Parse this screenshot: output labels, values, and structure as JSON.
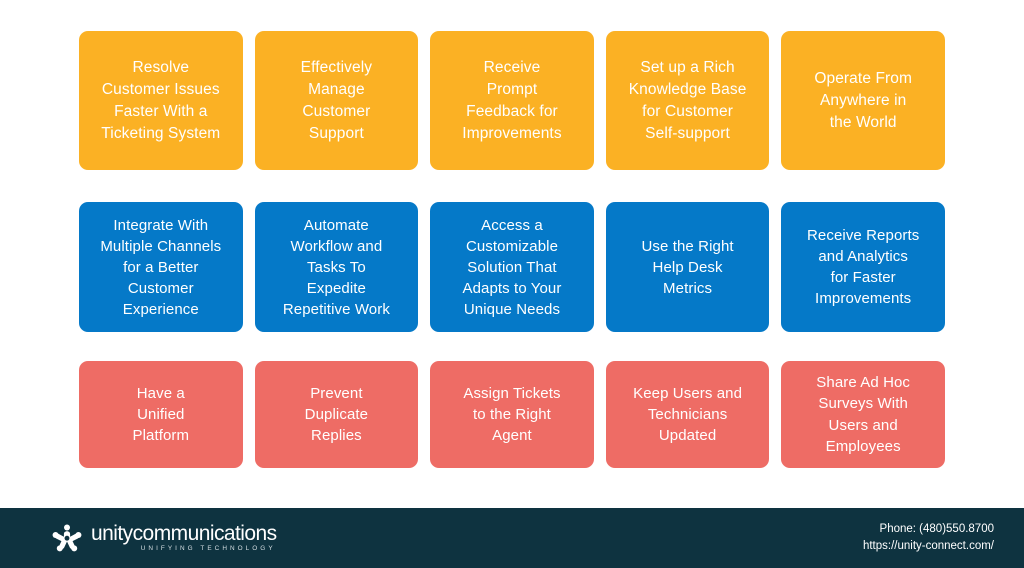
{
  "page": {
    "background": "#ffffff",
    "colors": {
      "orange": "#FBB124",
      "blue": "#0579C8",
      "red": "#EE6C65",
      "footer_bar": "#0E3340",
      "card_text": "#FFFFFF"
    }
  },
  "rows": [
    {
      "name": "orange-row",
      "color": "#FBB124",
      "cards": [
        {
          "text": "Resolve\nCustomer Issues\nFaster With a\nTicketing System"
        },
        {
          "text": "Effectively\nManage\nCustomer\nSupport"
        },
        {
          "text": "Receive\nPrompt\nFeedback for\nImprovements"
        },
        {
          "text": "Set up a Rich\nKnowledge Base\nfor Customer\nSelf-support"
        },
        {
          "text": "Operate From\nAnywhere in\nthe World"
        }
      ]
    },
    {
      "name": "blue-row",
      "color": "#0579C8",
      "cards": [
        {
          "text": "Integrate With\nMultiple Channels\nfor a Better\nCustomer\nExperience"
        },
        {
          "text": "Automate\nWorkflow and\nTasks To\nExpedite\nRepetitive Work"
        },
        {
          "text": "Access a\nCustomizable\nSolution That\nAdapts to Your\nUnique Needs"
        },
        {
          "text": "Use the Right\nHelp Desk\nMetrics"
        },
        {
          "text": "Receive Reports\nand Analytics\nfor Faster\nImprovements"
        }
      ]
    },
    {
      "name": "red-row",
      "color": "#EE6C65",
      "cards": [
        {
          "text": "Have a\nUnified\nPlatform"
        },
        {
          "text": "Prevent\nDuplicate\nReplies"
        },
        {
          "text": "Assign Tickets\nto the Right\nAgent"
        },
        {
          "text": "Keep Users and\nTechnicians\nUpdated"
        },
        {
          "text": "Share Ad Hoc\nSurveys With\nUsers and\nEmployees"
        }
      ]
    }
  ],
  "footer": {
    "logo": {
      "icon": "unity-people-star-icon",
      "name": "unitycommunications",
      "tagline": "UNIFYING TECHNOLOGY"
    },
    "contact": {
      "phone": "Phone: (480)550.8700",
      "website": "https://unity-connect.com/"
    }
  }
}
